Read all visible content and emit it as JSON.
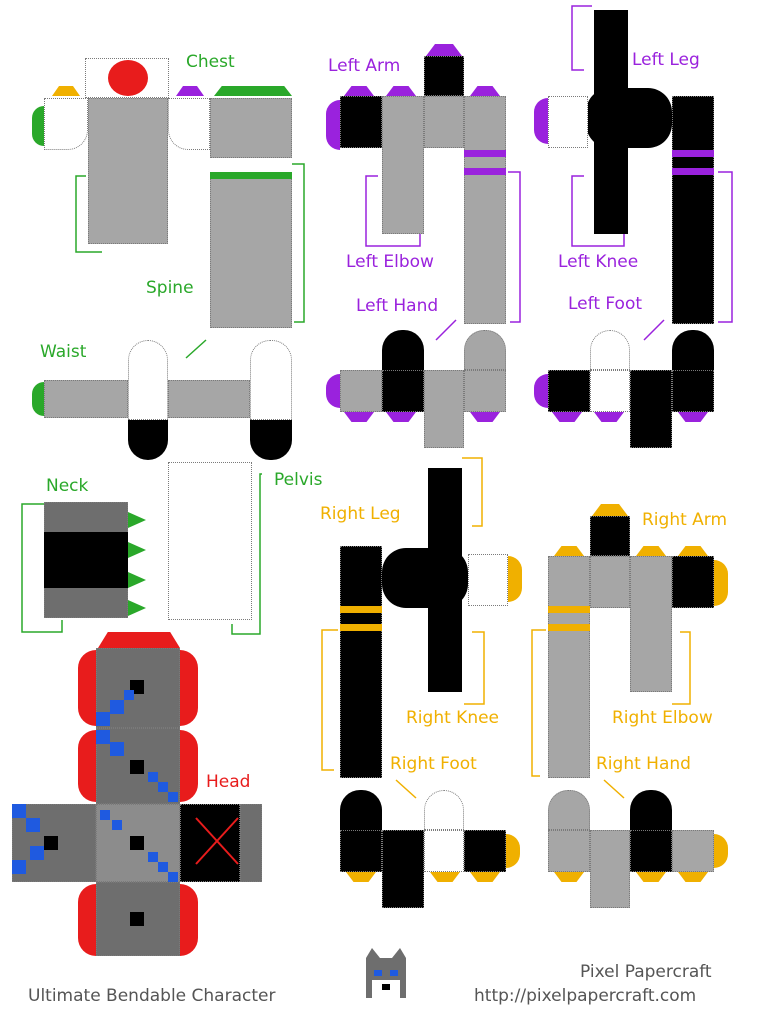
{
  "labels": {
    "chest": "Chest",
    "spine": "Spine",
    "waist": "Waist",
    "neck": "Neck",
    "pelvis": "Pelvis",
    "head": "Head",
    "left_arm": "Left Arm",
    "left_leg": "Left Leg",
    "left_elbow": "Left Elbow",
    "left_knee": "Left Knee",
    "left_hand": "Left Hand",
    "left_foot": "Left Foot",
    "right_leg": "Right Leg",
    "right_arm": "Right Arm",
    "right_knee": "Right Knee",
    "right_elbow": "Right Elbow",
    "right_foot": "Right Foot",
    "right_hand": "Right Hand"
  },
  "footer": {
    "title": "Ultimate Bendable Character",
    "brand": "Pixel Papercraft",
    "url": "http://pixelpapercraft.com"
  },
  "colors": {
    "green": "#2aa82a",
    "purple": "#9a22dd",
    "orange": "#f0b000",
    "red": "#e81c1c",
    "blue": "#1f5ae0"
  },
  "icons": {
    "logo": "wolf-face-icon"
  }
}
